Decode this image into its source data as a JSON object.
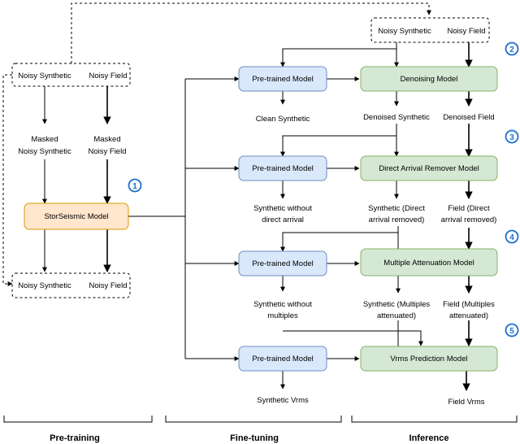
{
  "pretraining": {
    "inputs": {
      "synthetic": "Noisy Synthetic",
      "field": "Noisy Field"
    },
    "masked_synthetic": [
      "Masked",
      "Noisy Synthetic"
    ],
    "masked_field": [
      "Masked",
      "Noisy Field"
    ],
    "model": "StorSeismic Model",
    "outputs": {
      "synthetic": "Noisy Synthetic",
      "field": "Noisy Field"
    },
    "step": "1"
  },
  "inference_inputs": {
    "synthetic": "Noisy Synthetic",
    "field": "Noisy Field"
  },
  "tasks": [
    {
      "step": "2",
      "pretrained": "Pre-trained Model",
      "task_model": "Denoising Model",
      "finetune_output": [
        "Clean Synthetic"
      ],
      "synthetic_output": [
        "Denoised Synthetic"
      ],
      "field_output": [
        "Denoised Field"
      ]
    },
    {
      "step": "3",
      "pretrained": "Pre-trained Model",
      "task_model": "Direct Arrival Remover Model",
      "finetune_output": [
        "Synthetic without",
        "direct arrival"
      ],
      "synthetic_output": [
        "Synthetic (Direct",
        "arrival removed)"
      ],
      "field_output": [
        "Field (Direct",
        "arrival removed)"
      ]
    },
    {
      "step": "4",
      "pretrained": "Pre-trained Model",
      "task_model": "Multiple Attenuation Model",
      "finetune_output": [
        "Synthetic without",
        "multiples"
      ],
      "synthetic_output": [
        "Synthetic (Multiples",
        "attenuated)"
      ],
      "field_output": [
        "Field (Multiples",
        "attenuated)"
      ]
    },
    {
      "step": "5",
      "pretrained": "Pre-trained Model",
      "task_model": "Vrms Prediction Model",
      "finetune_output": [
        "Synthetic Vrms"
      ],
      "synthetic_output": [],
      "field_output": [
        "Field  Vrms"
      ]
    }
  ],
  "sections": {
    "pretraining": "Pre-training",
    "finetuning": "Fine-tuning",
    "inference": "Inference"
  },
  "colors": {
    "pretrained_fill": "#dae8fc",
    "pretrained_stroke": "#6c8ebf",
    "task_fill": "#d5e8d4",
    "task_stroke": "#82b366",
    "storseismic_fill": "#ffe6cc",
    "storseismic_stroke": "#d79b00",
    "badge": "#1f6fd1"
  }
}
